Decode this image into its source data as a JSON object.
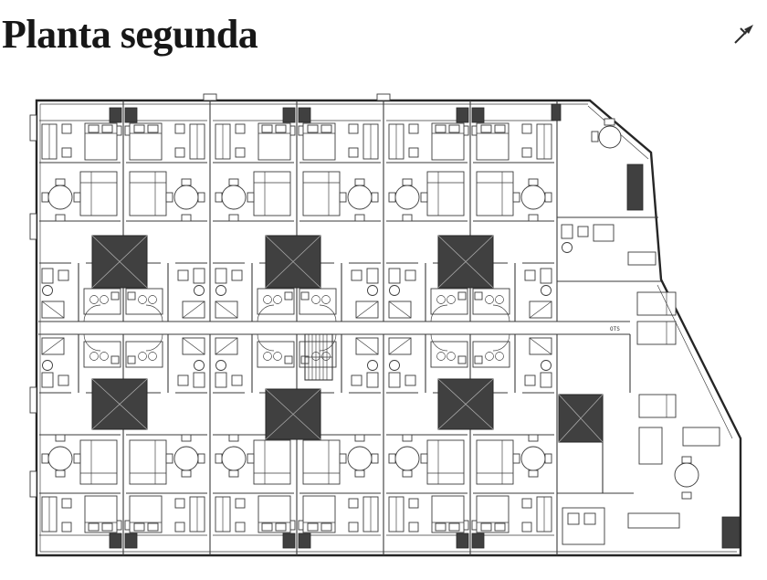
{
  "page": {
    "title": "Planta segunda"
  },
  "compass": {
    "icon": "north-arrow"
  },
  "plan": {
    "small_label": "OTS",
    "colors": {
      "ink": "#3a3a3a",
      "wall": "#262626",
      "core": "#404040",
      "paper": "#ffffff"
    }
  }
}
